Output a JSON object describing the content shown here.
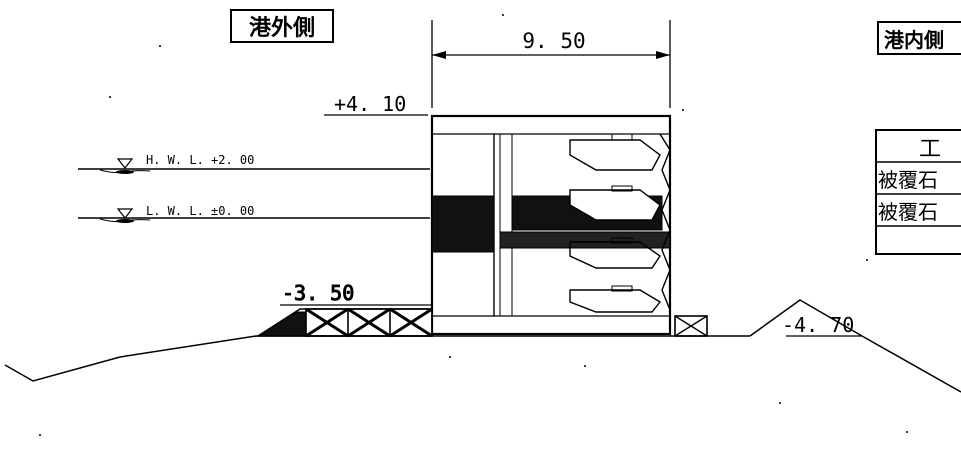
{
  "labels": {
    "outer_side": "港外側",
    "inner_side": "港内側",
    "width_dim": "9. 50",
    "crown_elev": "+4. 10",
    "hwl": "H. W. L. +2. 00",
    "lwl": "L. W. L. ±0. 00",
    "mound_elev": "-3. 50",
    "seabed_elev": "-4. 70"
  },
  "table": {
    "header": "工",
    "rows": [
      "被覆石",
      "被覆石",
      ""
    ]
  }
}
